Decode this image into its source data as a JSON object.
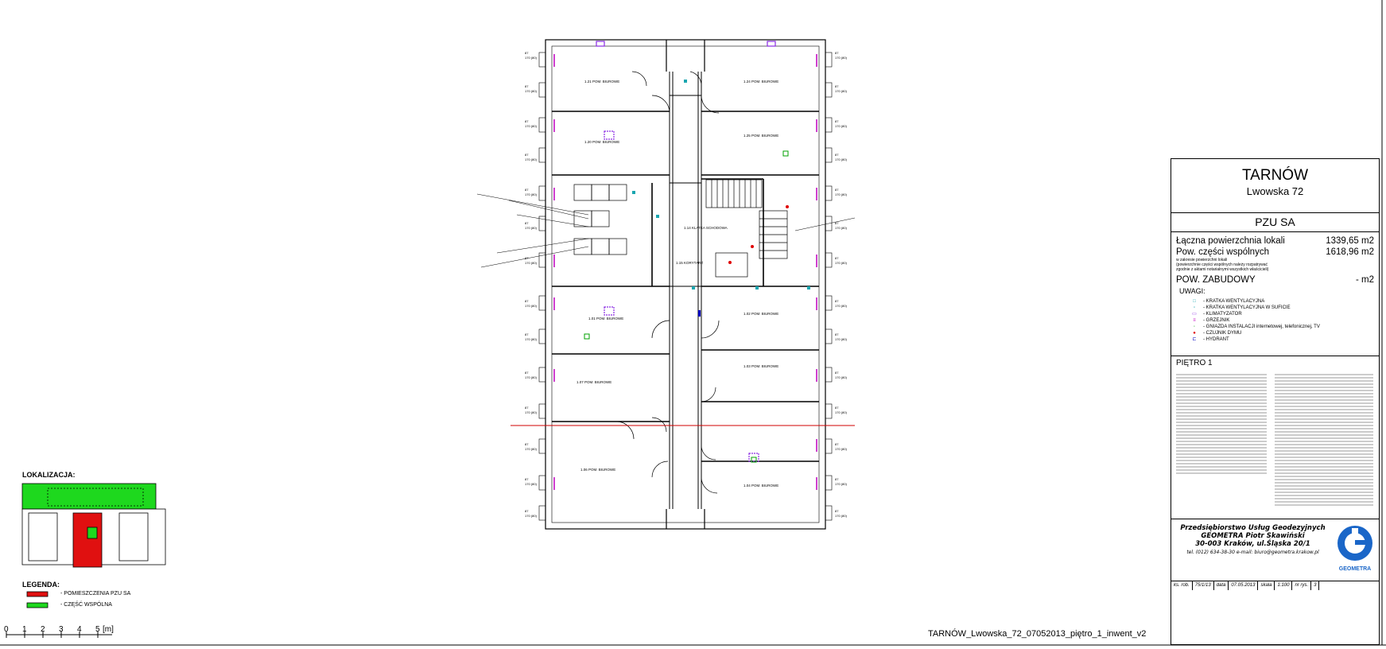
{
  "title_block": {
    "city": "TARNÓW",
    "street": "Lwowska 72",
    "owner": "PZU SA",
    "stats": [
      {
        "label": "Łączna powierzchnia lokali",
        "value": "1339,65 m2"
      },
      {
        "label": "Pow. części wspólnych",
        "value": "1618,96 m2"
      }
    ],
    "stats_note1": "w zakresie powierzchni lokali",
    "stats_note2": "(powierzchnie części wspólnych należy rozpatrywać",
    "stats_note3": "zgodnie z aktami notarialnymi wszystkich właścicieli)",
    "zabudowy_label": "POW. ZABUDOWY",
    "zabudowy_value": "- m2",
    "uwagi_label": "UWAGI:",
    "legend": [
      {
        "icon": "vent-icon",
        "symbol": "□",
        "color": "#1aa6b0",
        "label": "- KRATKA WENTYLACYJNA"
      },
      {
        "icon": "vent-soffit-icon",
        "symbol": "▫",
        "color": "#1aa6b0",
        "label": "- KRATKA WENTYLACYJNA W SUFICIE"
      },
      {
        "icon": "ac-icon",
        "symbol": "▭",
        "color": "#8a2be2",
        "label": "- KLIMATYZATOR"
      },
      {
        "icon": "radiator-icon",
        "symbol": "≡",
        "color": "#c000c0",
        "label": "- GRZEJNIK"
      },
      {
        "icon": "socket-icon",
        "symbol": "◦",
        "color": "#00a000",
        "label": "- GNIAZDA INSTALACJI internetowej, telefonicznej, TV"
      },
      {
        "icon": "smoke-detector-icon",
        "symbol": "●",
        "color": "#e00000",
        "label": "- CZUJNIK DYMU"
      },
      {
        "icon": "hydrant-icon",
        "symbol": "⊏",
        "color": "#0000c0",
        "label": "- HYDRANT"
      }
    ],
    "floor_label": "PIĘTRO 1",
    "company_line1": "Przedsiębiorstwo Usług Geodezyjnych",
    "company_line2": "GEOMETRA Piotr Skawiński",
    "company_line3": "30-003 Kraków, ul.Śląska 20/1",
    "company_line4": "tel. (012) 634-38-30 e-mail: biuro@geometra.krakow.pl",
    "logo_text": "GEOMETRA",
    "meta": {
      "ks_label": "ks. rob.",
      "ks_value": "75/1/13",
      "date_label": "data",
      "date_value": "07.05.2013",
      "scale_label": "skala",
      "scale_value": "1:100",
      "nr_label": "nr rys.",
      "nr_value": "3"
    }
  },
  "file_name": "TARNÓW_Lwowska_72_07052013_piętro_1_inwent_v2",
  "lokalizacja_label": "LOKALIZACJA:",
  "legenda_label": "LEGENDA:",
  "legend_pzu": "- POMIESZCZENIA PZU SA",
  "legend_common": "- CZĘŚĆ WSPÓLNA",
  "colors": {
    "pzu": "#e01010",
    "common": "#1ed81e",
    "wall": "#000000"
  },
  "scale_bar": {
    "labels": [
      "0",
      "1",
      "2",
      "3",
      "4",
      "5"
    ],
    "unit": "[m]"
  },
  "room_labels": [
    "1.21 POM. BIUROWE",
    "1.20 POM. BIUROWE",
    "1.01 POM. BIUROWE",
    "1.07 POM. BIUROWE",
    "1.06 POM. BIUROWE",
    "1.24 POM. BIUROWE",
    "1.25 POM. BIUROWE",
    "1.02 POM. BIUROWE",
    "1.03 POM. BIUROWE",
    "1.04 POM. BIUROWE",
    "1.14 KLATKA SCHODOWA",
    "1.15 KORYTARZ"
  ]
}
